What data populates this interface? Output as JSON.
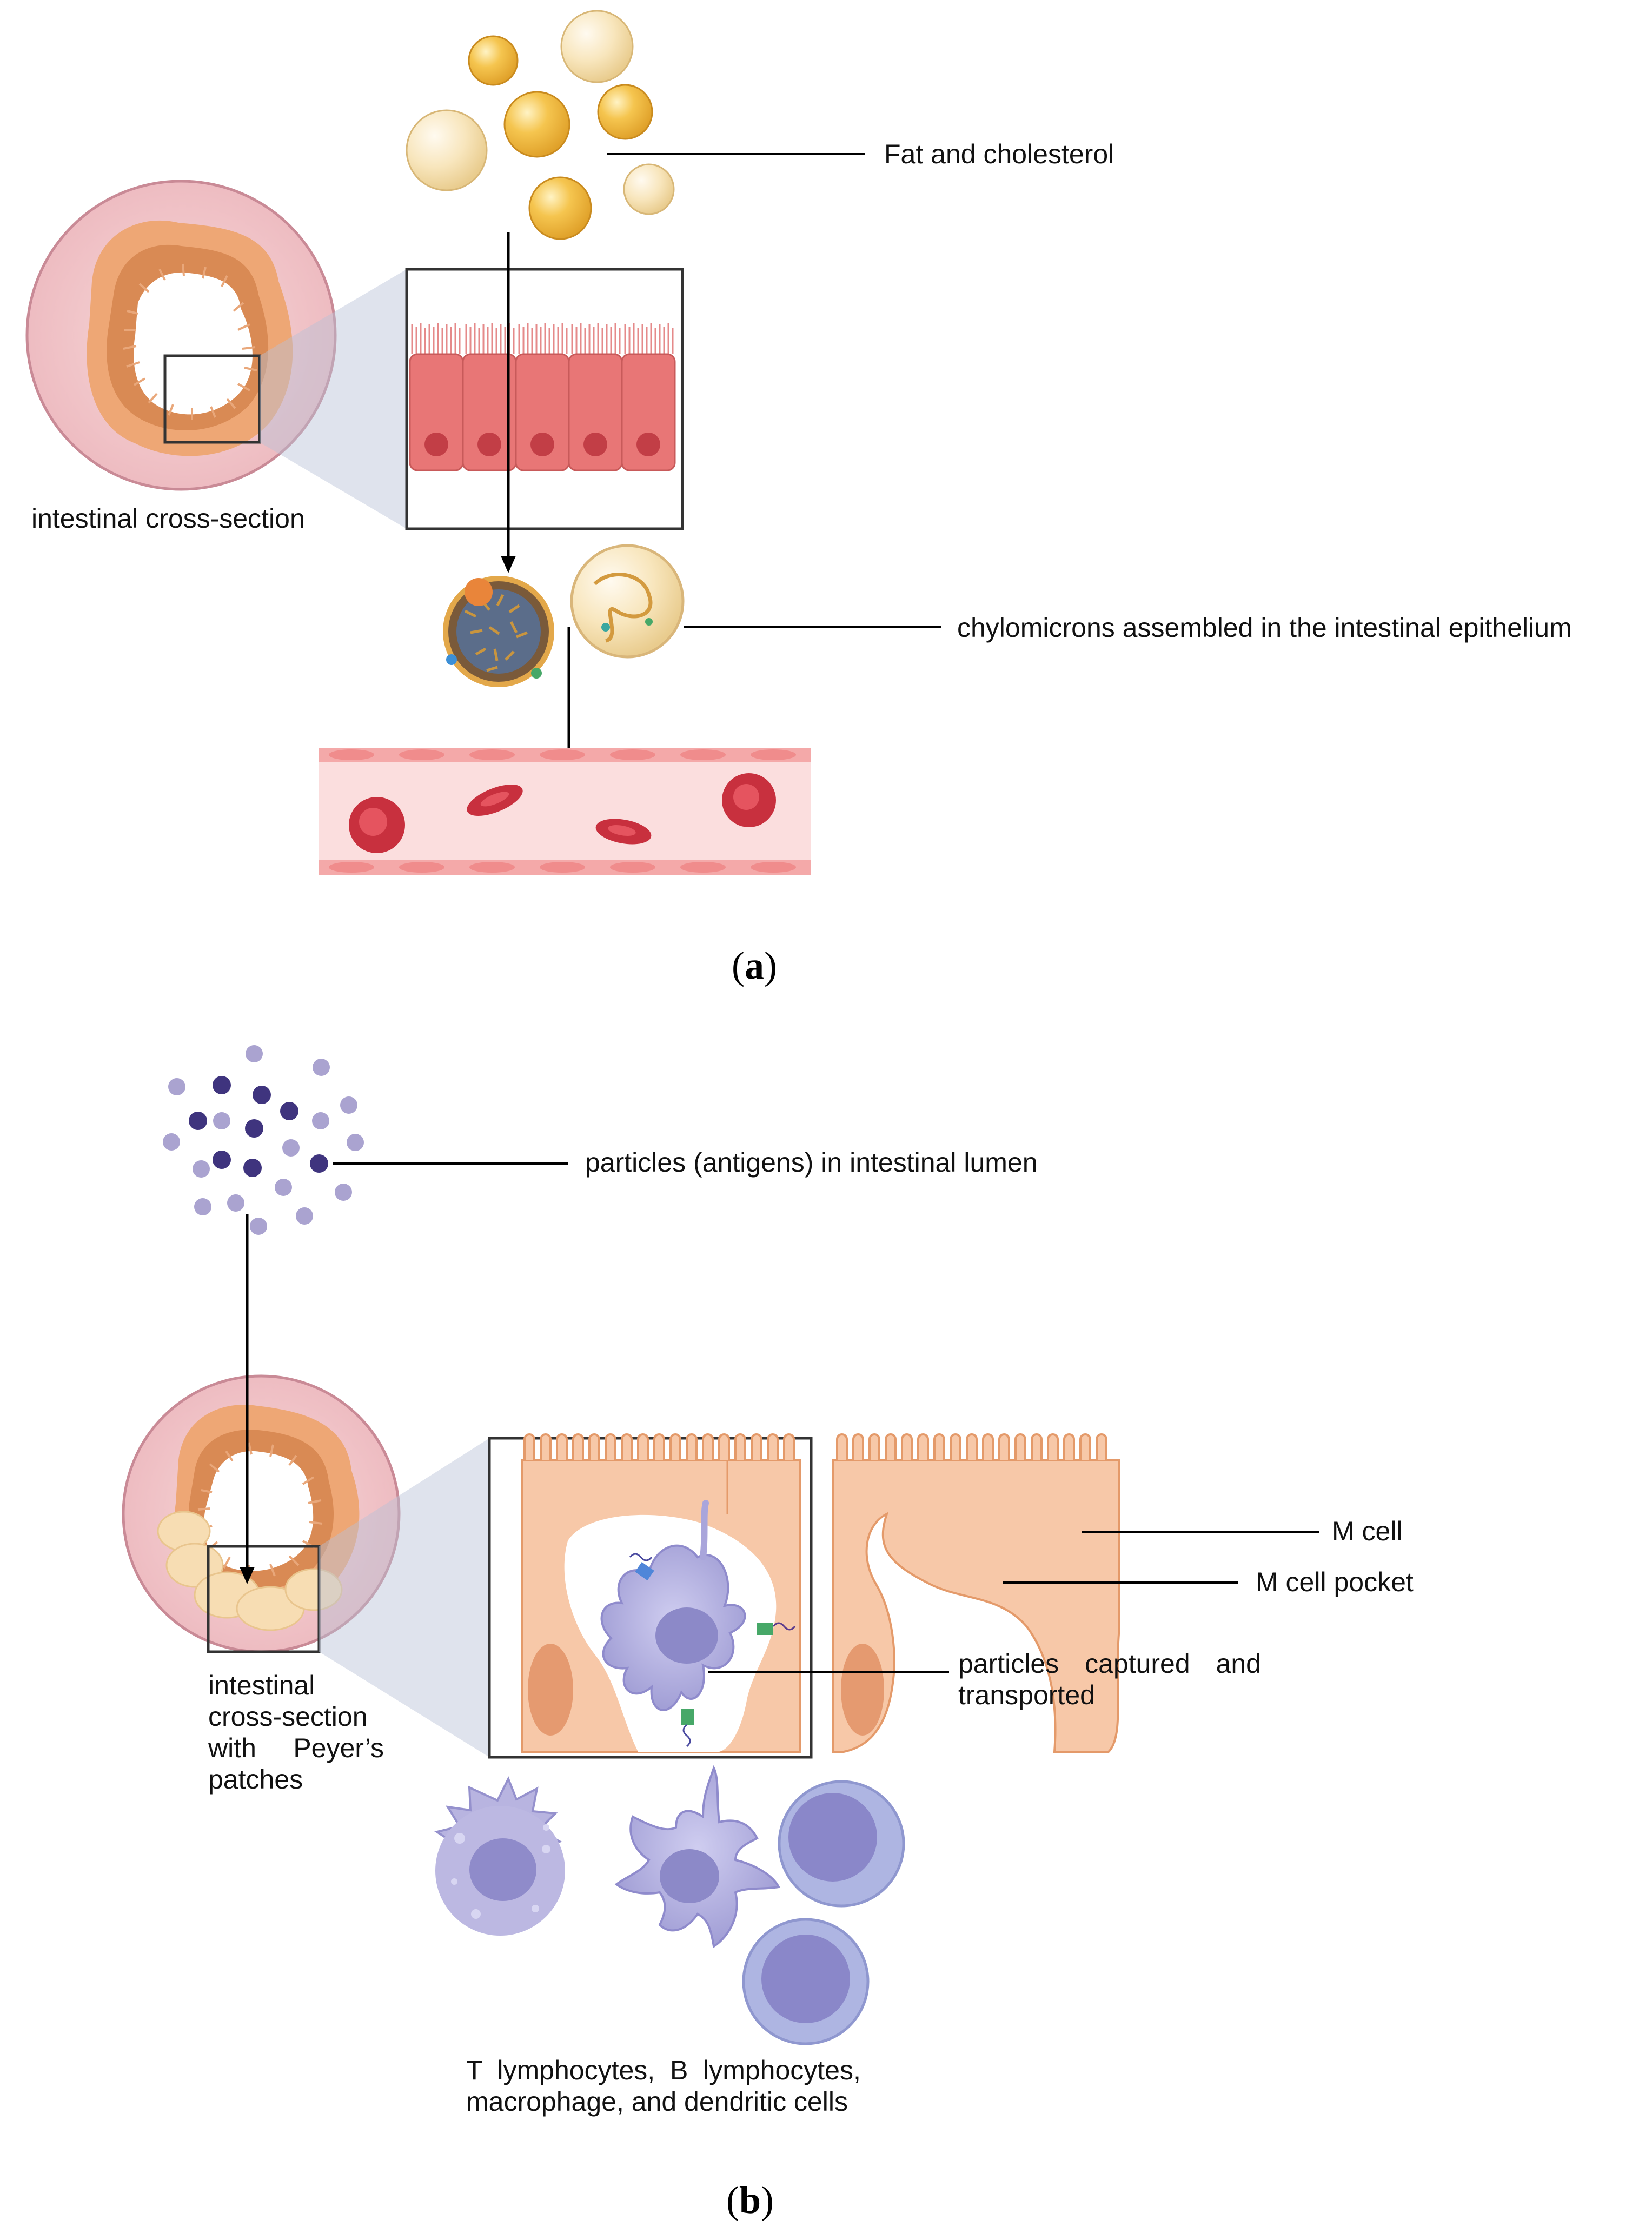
{
  "panel_a": {
    "letter": "a",
    "labels": {
      "fat": "Fat and cholesterol",
      "cross_section": "intestinal cross-section",
      "chylomicrons": "chylomicrons assembled in the intestinal epithelium"
    }
  },
  "panel_b": {
    "letter": "b",
    "labels": {
      "particles_lumen": "particles (antigens) in intestinal lumen",
      "m_cell": "M cell",
      "m_cell_pocket": "M cell pocket",
      "captured_1a": "particles",
      "captured_1b": "captured",
      "captured_1c": "and",
      "captured_2": "transported",
      "peyer_1": "intestinal",
      "peyer_2": "cross-section",
      "peyer_3a": "with",
      "peyer_3b": "Peyer’s",
      "peyer_4": "patches",
      "immune_1": "T  lymphocytes,  B  lymphocytes,",
      "immune_2": "macrophage, and dendritic cells"
    }
  },
  "colors": {
    "fat_droplet": "#f3c14a",
    "pale_droplet": "#f7e2b4",
    "tissue_orange": "#e8a173",
    "epithelium_red": "#e67676",
    "blood_red": "#c8303e",
    "vessel_pink": "#fbd9d9",
    "antigen_dark": "#3f347e",
    "antigen_light": "#a9a2cf",
    "m_cell_peach": "#f7c8a8",
    "immune_lilac": "#b3b0e0"
  }
}
